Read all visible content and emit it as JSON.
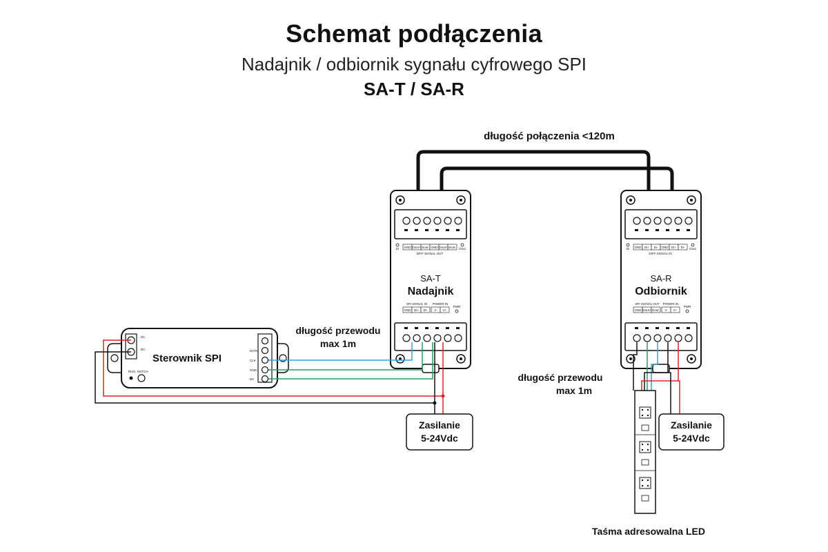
{
  "header": {
    "title": "Schemat podłączenia",
    "subtitle": "Nadajnik / odbiornik sygnału cyfrowego SPI",
    "model": "SA-T / SA-R"
  },
  "labels": {
    "connection_length": "długość połączenia <120m",
    "wire_length_tx": [
      "długość przewodu",
      "max 1m"
    ],
    "wire_length_rx": [
      "długość przewodu",
      "max 1m"
    ],
    "strip": "Taśma adresowalna LED"
  },
  "controller": {
    "name": "Sterownik SPI",
    "run_label": "RUN",
    "match_label": "MATCH",
    "pins": [
      "DC",
      "DC",
      "DATA",
      "CLK",
      "GND",
      "DC"
    ]
  },
  "transmitter": {
    "model": "SA-T",
    "name": "Nadajnik",
    "top_pins": [
      "GND",
      "Dout+",
      "Dout-",
      "GND",
      "Dout+",
      "Dout-"
    ],
    "top_caption": "DIFF SIGNAL OUT",
    "bottom_pins": [
      "GND",
      "Di+",
      "Di-",
      "V-",
      "V+"
    ],
    "bottom_caption_signal": "SPI SIGNAL IN",
    "bottom_caption_power": "POWER IN",
    "pwr": "PWR",
    "led_left": "Di",
    "led_right": "Dout"
  },
  "receiver": {
    "model": "SA-R",
    "name": "Odbiornik",
    "top_pins": [
      "GND",
      "Di+",
      "Di-",
      "GND",
      "Di+",
      "Di-"
    ],
    "top_caption": "DIFF SIGNAL IN",
    "bottom_pins": [
      "GND",
      "Dout+",
      "Dout-",
      "V-",
      "V+"
    ],
    "bottom_caption_signal": "SPI SIGNAL OUT",
    "bottom_caption_power": "POWER IN",
    "pwr": "PWR",
    "led_left": "Di",
    "led_right": "Dout"
  },
  "power_tx": [
    "Zasilanie",
    "5-24Vdc"
  ],
  "power_rx": [
    "Zasilanie",
    "5-24Vdc"
  ],
  "colors": {
    "red": "#e02020",
    "blue": "#2aa6d6",
    "green": "#2e9a62",
    "black": "#111111",
    "orange": "#e08a3c"
  }
}
